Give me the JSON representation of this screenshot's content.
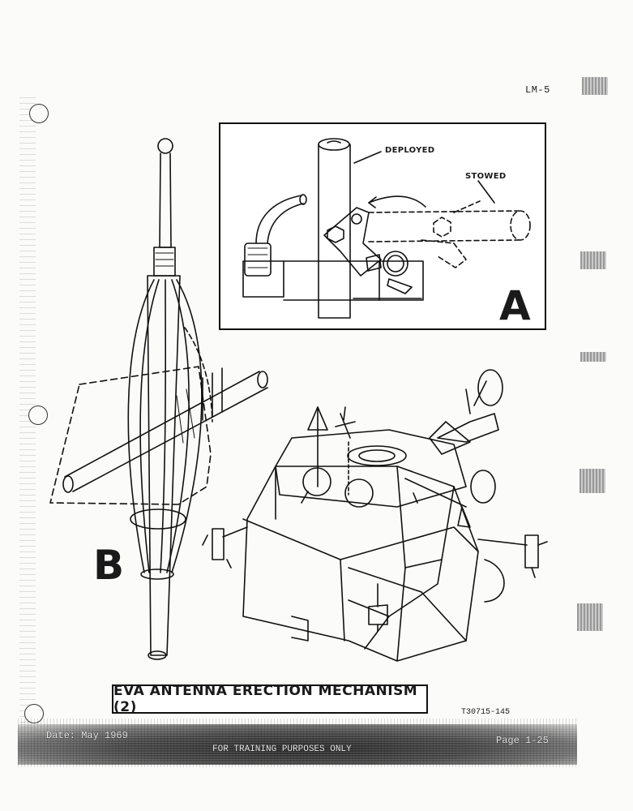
{
  "header": {
    "doc_id": "LM-5"
  },
  "detail_a": {
    "letter": "A",
    "label_deployed": "DEPLOYED",
    "label_stowed": "STOWED"
  },
  "detail_b": {
    "letter": "B"
  },
  "figure": {
    "caption": "EVA ANTENNA ERECTION MECHANISM (2)",
    "number": "T30715-145"
  },
  "footer": {
    "date": "Date: May 1969",
    "notice": "FOR TRAINING PURPOSES ONLY",
    "page": "Page 1-25"
  },
  "colors": {
    "ink": "#111111",
    "paper": "#fbfbfa"
  }
}
